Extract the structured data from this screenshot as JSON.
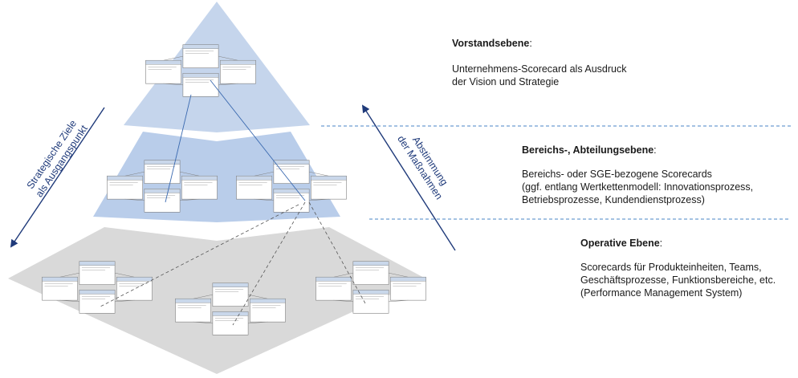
{
  "levels": [
    {
      "heading": "Vorstandsebene",
      "heading_suffix": ":",
      "lines": [
        "Unternehmens-Scorecard  als Ausdruck",
        "der Vision und Strategie"
      ]
    },
    {
      "heading": "Bereichs-, Abteilungsebene",
      "heading_suffix": ":",
      "lines": [
        "Bereichs- oder SGE-bezogene Scorecards",
        "(ggf. entlang Wertkettenmodell: Innovationsprozess,",
        "Betriebsprozesse, Kundendienstprozess)"
      ]
    },
    {
      "heading": "Operative Ebene",
      "heading_suffix": ":",
      "lines": [
        "Scorecards für Produkteinheiten, Teams,",
        "Geschäftsprozesse, Funktionsbereiche, etc.",
        "(Performance Management System)"
      ]
    }
  ],
  "left_arrow": {
    "line1": "Strategische Ziele",
    "line2": "als Ausgangspunkt"
  },
  "right_arrow": {
    "line1": "Abstimmung",
    "line2": "der Maßnahmen"
  },
  "colors": {
    "tier_top": "#c5d5ec",
    "tier_mid": "#b9cdea",
    "tier_bottom": "#d9d9d9",
    "arrow": "#1f3a7a",
    "dashed": "#4a86c5",
    "card_header": "#c9d7ea"
  }
}
